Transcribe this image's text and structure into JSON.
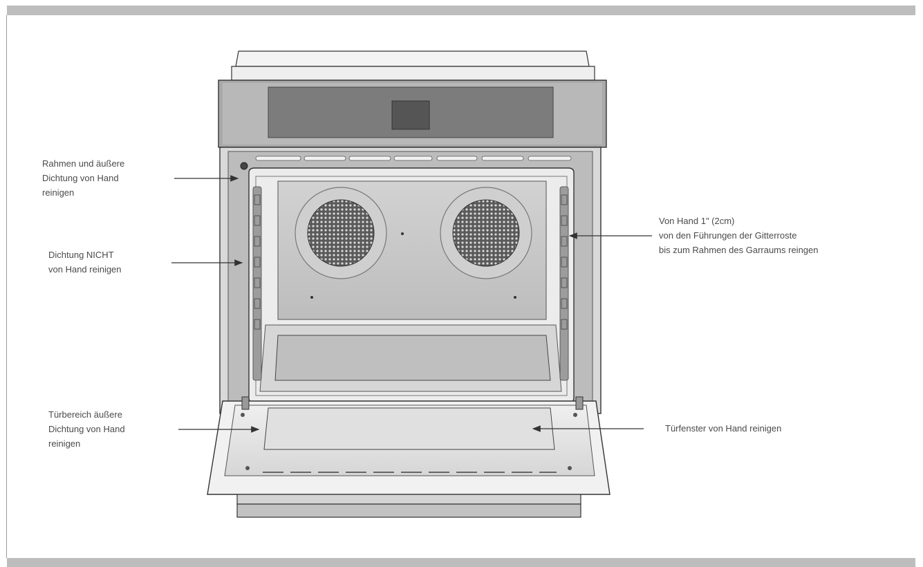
{
  "labels": {
    "frame_seal": "Rahmen und äußere\nDichtung von Hand\nreinigen",
    "inner_seal": "Dichtung NICHT\nvon Hand reinigen",
    "door_seal": "Türbereich äußere\nDichtung von Hand\nreinigen",
    "rack_guides": "Von Hand 1\" (2cm)\nvon den Führungen der Gitterroste\nbis zum Rahmen des Garraums reingen",
    "door_window": "Türfenster von Hand reinigen"
  },
  "colors": {
    "steel_light": "#e6e6e6",
    "steel_mid": "#c8c8c8",
    "steel_dark": "#8a8a8a",
    "display_panel": "#777777",
    "fan_mesh": "#3a3a3a",
    "line": "#333333",
    "text": "#4a4a4a",
    "page_bar": "#bdbdbd"
  }
}
